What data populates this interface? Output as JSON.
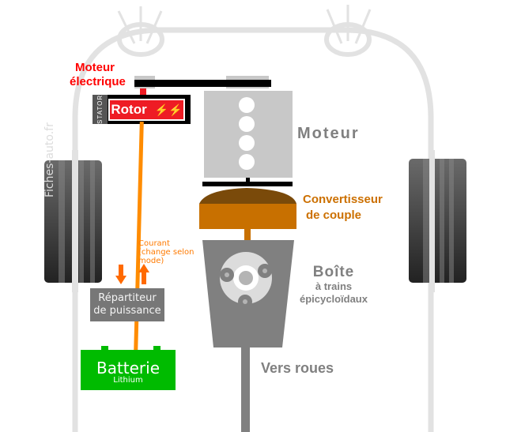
{
  "diagram": {
    "title": "Hybrid powertrain diagram",
    "watermark": "Fiches-auto.fr",
    "colors": {
      "frame": "#e2e2e2",
      "tire_dark": "#2b2b2b",
      "tire_light": "#6a6a6a",
      "engine_block": "#c8c8c8",
      "belt": "#000000",
      "rotor": "#ee1c24",
      "stator": "#555555",
      "current_wire": "#ff8c00",
      "torque_converter_top": "#7a4a0a",
      "torque_converter_body": "#c87000",
      "gearbox": "#808080",
      "gear_light": "#dcdcdc",
      "battery": "#00bb00",
      "splitter": "#777777"
    },
    "labels": {
      "electric_motor_line1": "Moteur",
      "electric_motor_line2": "électrique",
      "rotor": "Rotor",
      "stator": "STATOR",
      "engine": "Moteur",
      "torque_converter_line1": "Convertisseur",
      "torque_converter_line2": "de couple",
      "gearbox_title": "Boîte",
      "gearbox_line2": "à trains",
      "gearbox_line3": "épicycloïdaux",
      "to_wheels": "Vers roues",
      "current_line1": "Courant",
      "current_line2": "(change selon",
      "current_line3": "mode)",
      "splitter_line1": "Répartiteur",
      "splitter_line2": "de puissance",
      "battery_title": "Batterie",
      "battery_sub": "Lithium"
    },
    "icons": {
      "rotor_icon": "lightning-bolt-icon",
      "headlights": "headlight-icon",
      "arrows": [
        "arrow-down-icon",
        "arrow-up-icon"
      ]
    }
  }
}
